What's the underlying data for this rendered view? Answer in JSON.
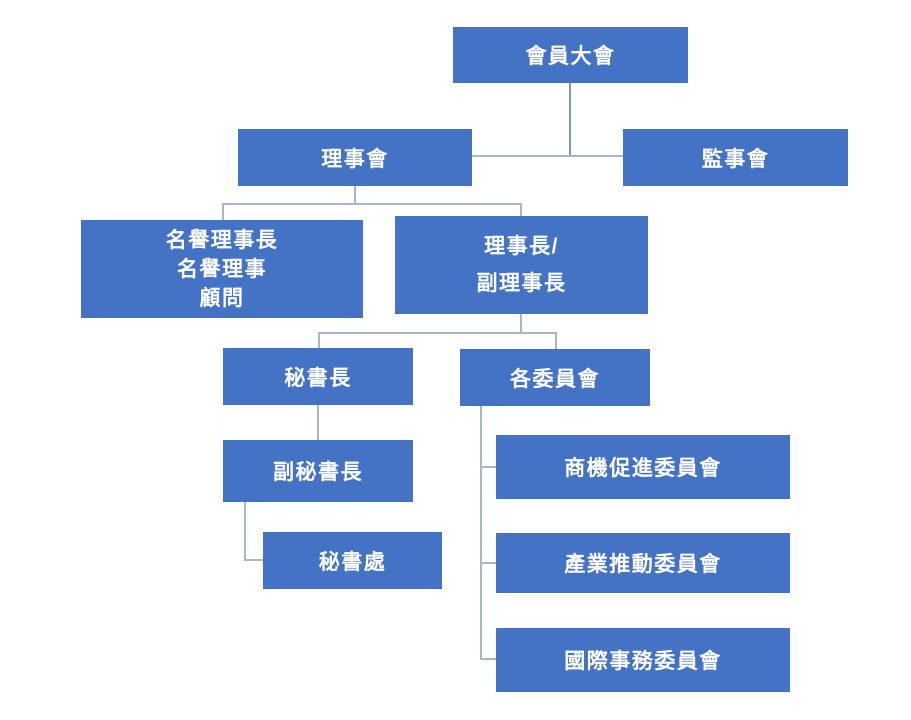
{
  "colors": {
    "box_fill": "#4472C4",
    "box_text": "#FFFFFF",
    "connector": "#A8B6CC",
    "connector_dark": "#8496B2",
    "background": "#FFFFFF"
  },
  "nodes": {
    "assembly": {
      "label": "會員大會"
    },
    "board": {
      "label": "理事會"
    },
    "supervisory": {
      "label": "監事會"
    },
    "honorary": {
      "label": "名譽理事長\n名譽理事\n顧問"
    },
    "chairman": {
      "label": "理事長/\n副理事長"
    },
    "secretary_general": {
      "label": "秘書長"
    },
    "committees": {
      "label": "各委員會"
    },
    "deputy_secretary_general": {
      "label": "副秘書長"
    },
    "secretariat": {
      "label": "秘書處"
    },
    "committee_business": {
      "label": "商機促進委員會"
    },
    "committee_industry": {
      "label": "產業推動委員會"
    },
    "committee_international": {
      "label": "國際事務委員會"
    }
  }
}
